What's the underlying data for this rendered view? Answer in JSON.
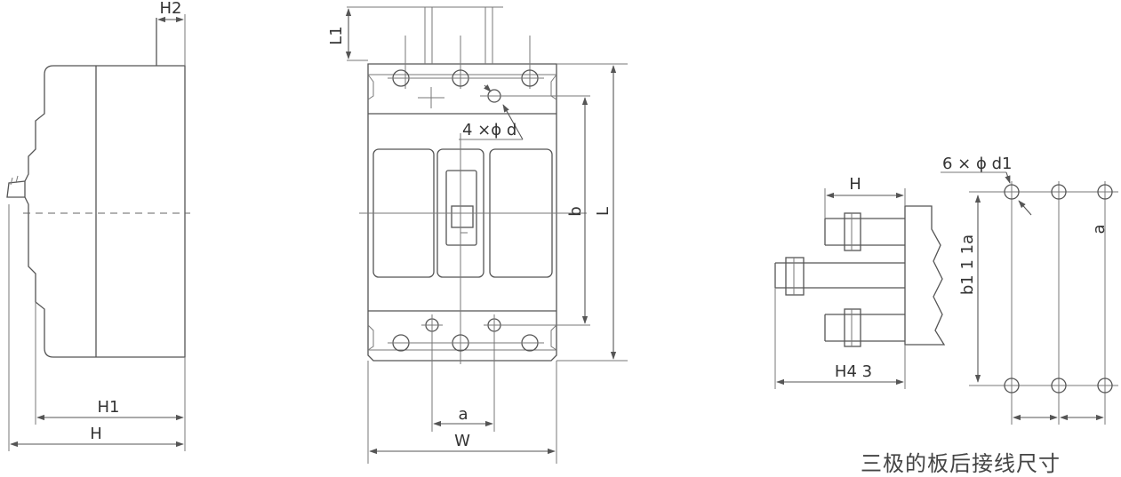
{
  "labels": {
    "side_h2": "H2",
    "side_h1": "H1",
    "side_h": "H",
    "front_l1": "L1",
    "front_hole": "4 ×ϕ d",
    "front_b": "b",
    "front_l": "L",
    "front_a": "a",
    "front_w": "W",
    "rear_hole": "6 × ϕ d1",
    "rear_h": "H",
    "rear_h4": "H4  3",
    "rear_b1": "b1 1 1a",
    "rear_a": "a"
  },
  "caption": "三极的板后接线尺寸"
}
